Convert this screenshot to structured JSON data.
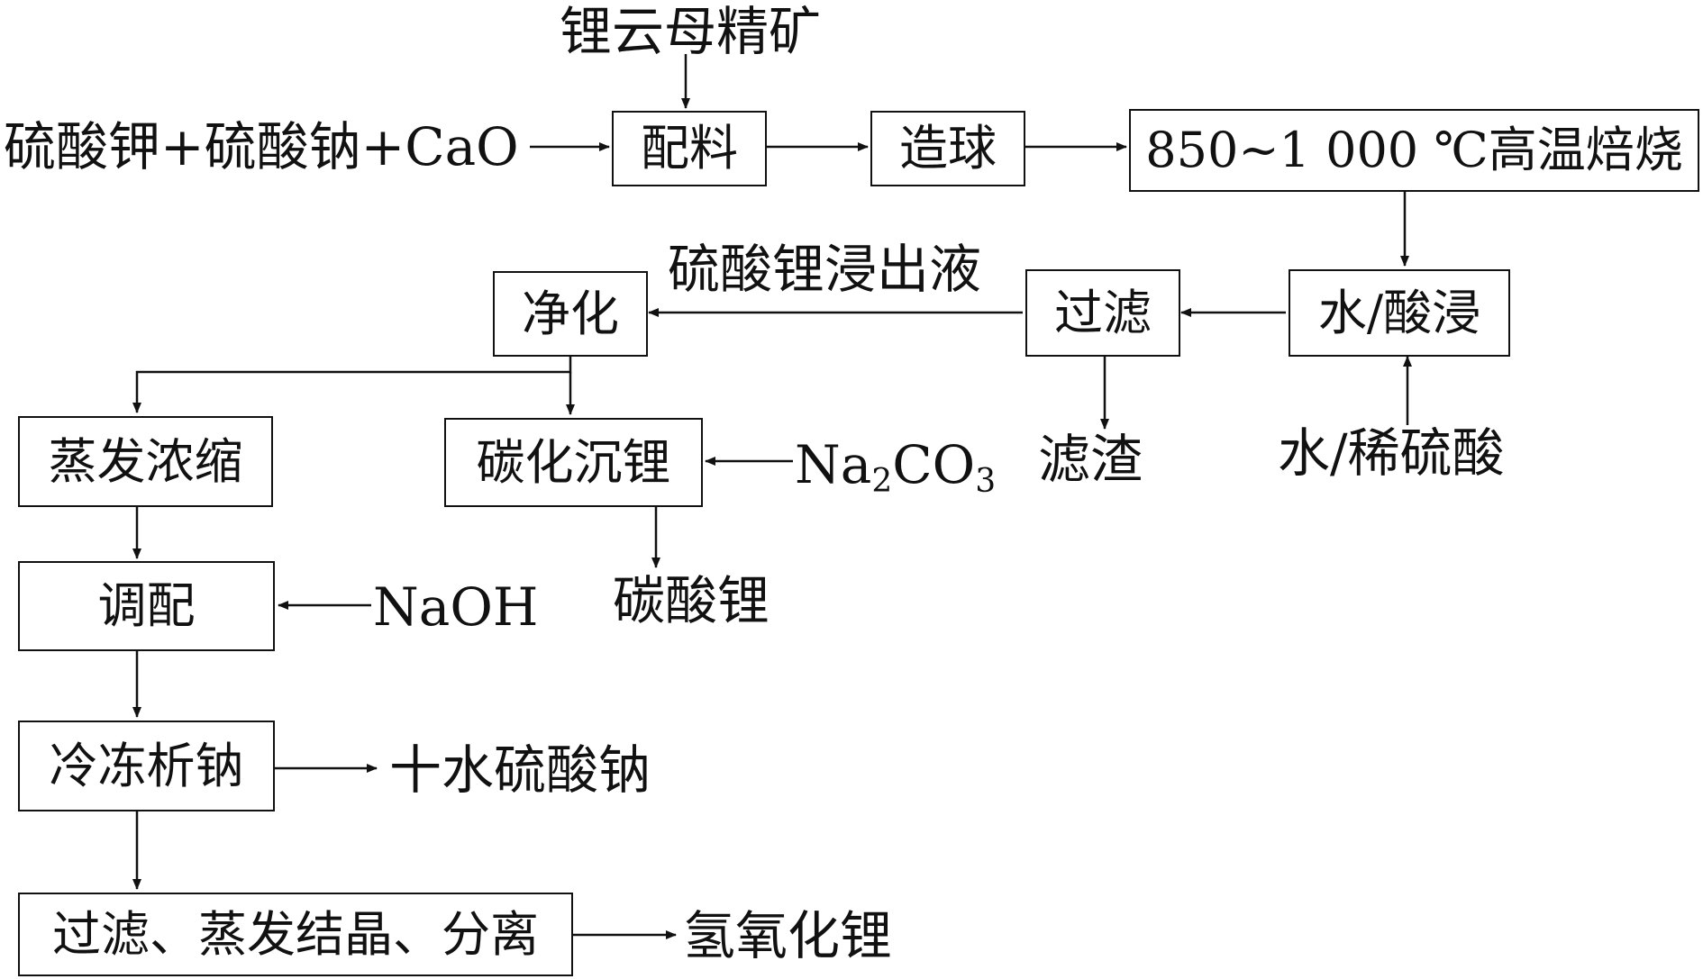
{
  "inputs": {
    "concentrate": "锂云母精矿",
    "additives": "硫酸钾+硫酸钠+CaO",
    "leach_agent": "水/稀硫酸",
    "carbonate_reagent": {
      "base": "Na",
      "sub1": "2",
      "mid": "CO",
      "sub2": "3"
    },
    "hydroxide_reagent": "NaOH"
  },
  "steps": {
    "batching": "配料",
    "pelletizing": "造球",
    "roasting": "850~1 000 ℃高温焙烧",
    "leaching": "水/酸浸",
    "filtration": "过滤",
    "purification": "净化",
    "carbonation": "碳化沉锂",
    "evaporation": "蒸发浓缩",
    "blending": "调配",
    "freezing": "冷冻析钠",
    "final_separation": "过滤、蒸发结晶、分离"
  },
  "outputs": {
    "leachate": "硫酸锂浸出液",
    "residue": "滤渣",
    "lithium_carbonate": "碳酸锂",
    "sodium_sulfate": "十水硫酸钠",
    "lithium_hydroxide": "氢氧化锂"
  }
}
